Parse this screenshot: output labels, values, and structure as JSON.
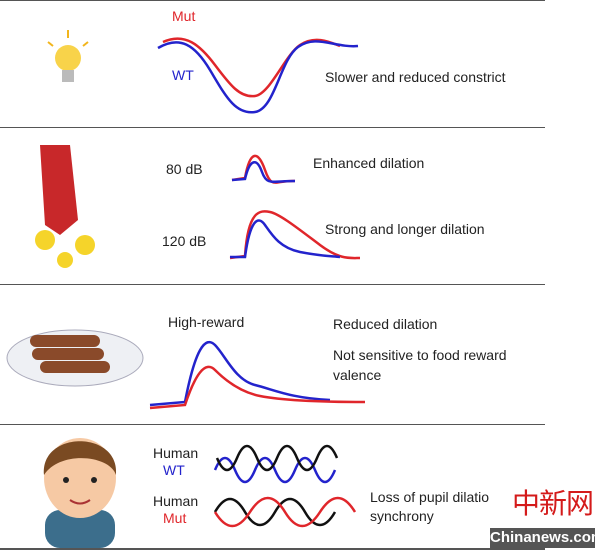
{
  "panel1": {
    "mut_label": "Mut",
    "wt_label": "WT",
    "result": "Slower and reduced constrict"
  },
  "panel2": {
    "label_80": "80 dB",
    "result_80": "Enhanced dilation",
    "label_120": "120 dB",
    "result_120": "Strong and longer dilation"
  },
  "panel3": {
    "label": "High-reward",
    "result1": "Reduced dilation",
    "result2_line1": "Not sensitive to food reward",
    "result2_line2": "valence"
  },
  "panel4": {
    "human_wt_1": "Human",
    "human_wt_2": "WT",
    "human_mut_1": "Human",
    "human_mut_2": "Mut",
    "result_line1": "Loss of pupil dilatio",
    "result_line2": "synchrony"
  },
  "watermark": {
    "chinese": "中新网",
    "site": "Chinanews.com"
  },
  "colors": {
    "mut": "#e0262b",
    "wt": "#2323cc"
  }
}
